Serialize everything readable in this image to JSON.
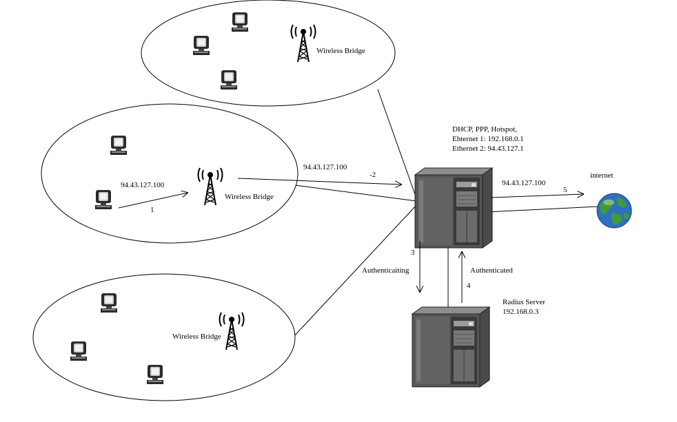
{
  "colors": {
    "background": "#ffffff",
    "stroke": "#000000",
    "server_dark": "#3c3c3c",
    "server_mid": "#6e6e6e",
    "server_light": "#b9b9b9",
    "globe_ocean": "#2e6fc4",
    "globe_land": "#3f9a3a"
  },
  "icons": {
    "computer": "computer-icon",
    "antenna": "antenna-tower-icon",
    "server": "server-tower-icon",
    "globe": "globe-icon"
  },
  "top_network": {
    "bridge_label": "Wireless Bridge"
  },
  "middle_network": {
    "bridge_label": "Wireless Bridge",
    "client_ip": "94.43.127.100",
    "step_label": "1"
  },
  "bottom_network": {
    "bridge_label": "Wireless Bridge"
  },
  "links": {
    "bridge_to_server_ip": "94.43.127.100",
    "bridge_to_server_step": "-2",
    "server_to_internet_ip": "94.43.127.100",
    "server_to_internet_step": "5",
    "auth_request_label": "Authenticaiting",
    "auth_request_step": "3",
    "auth_response_label": "Authenticated",
    "auth_response_step": "4"
  },
  "main_server": {
    "line1": "DHCP, PPP, Hotspot,",
    "line2": "Ehternet 1: 192.168.0.1",
    "line3": "Ethernet 2: 94.43.127.1"
  },
  "radius_server": {
    "line1": "Radius Server",
    "line2": "192.168.0.3"
  },
  "internet": {
    "label": "internet"
  }
}
